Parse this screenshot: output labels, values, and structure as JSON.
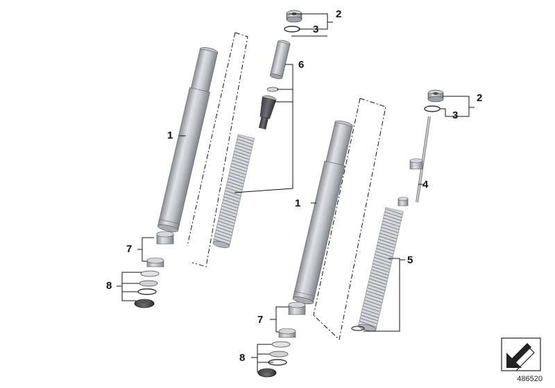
{
  "callouts": {
    "n1a": "1",
    "n1b": "1",
    "n2a": "2",
    "n2b": "2",
    "n3a": "3",
    "n3b": "3",
    "n4": "4",
    "n5": "5",
    "n6": "6",
    "n7a": "7",
    "n7b": "7",
    "n8a": "8",
    "n8b": "8"
  },
  "diagram_id": "486520",
  "colors": {
    "metal_light": "#e8eaee",
    "metal_mid": "#b9bcc2",
    "metal_dark": "#7d8087",
    "line": "#1a1a1a",
    "rubber": "#2b2b2b"
  },
  "icons": {
    "corner": "return-arrow-icon"
  }
}
